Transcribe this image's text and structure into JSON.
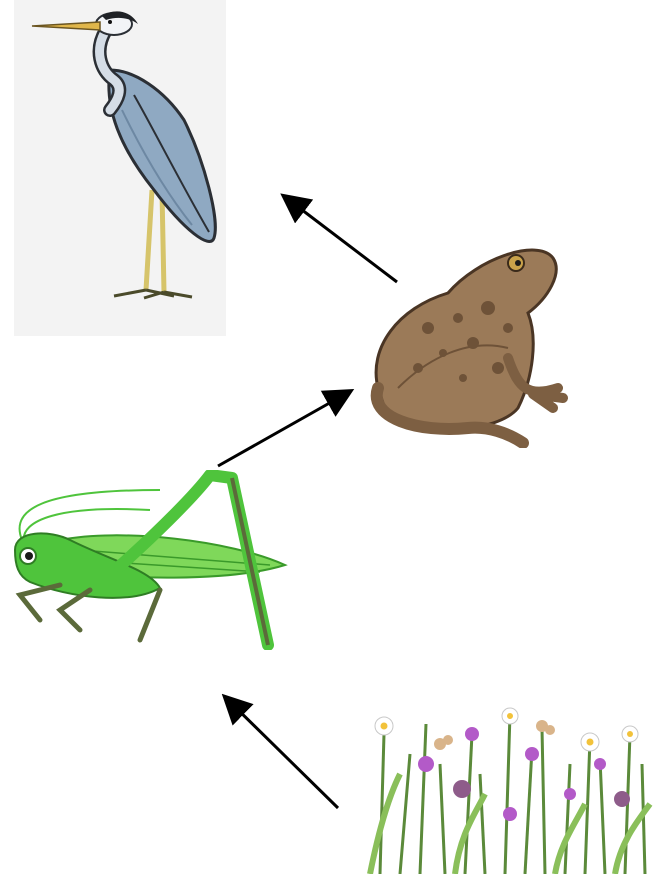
{
  "diagram": {
    "type": "food-chain",
    "nodes": [
      {
        "id": "plants",
        "icon": "wildflowers-icon"
      },
      {
        "id": "grasshopper",
        "icon": "grasshopper-icon"
      },
      {
        "id": "toad",
        "icon": "toad-icon"
      },
      {
        "id": "heron",
        "icon": "heron-icon"
      }
    ],
    "edges": [
      {
        "from": "plants",
        "to": "grasshopper"
      },
      {
        "from": "grasshopper",
        "to": "toad"
      },
      {
        "from": "toad",
        "to": "heron"
      }
    ]
  },
  "colors": {
    "arrow": "#000000",
    "heron_background": "#f3f3f3",
    "grasshopper": "#4fc43c",
    "toad": "#9b7a58",
    "heron": "#8fa9c2"
  }
}
